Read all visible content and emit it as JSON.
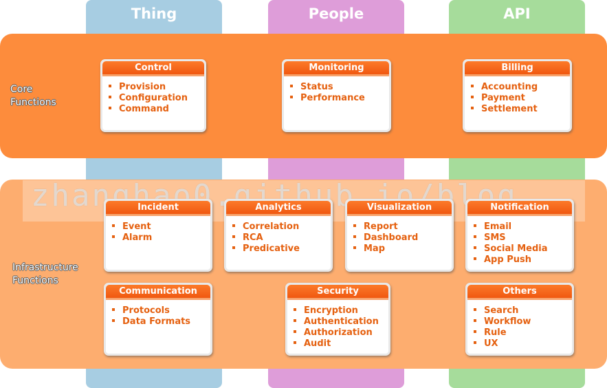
{
  "columns": [
    {
      "title": "Thing",
      "color": "#a7cde2"
    },
    {
      "title": "People",
      "color": "#de9dd9"
    },
    {
      "title": "API",
      "color": "#a6dc9b"
    }
  ],
  "bands": {
    "core": {
      "label_line1": "Core",
      "label_line2": "Functions",
      "color": "#fd8c3c"
    },
    "infra": {
      "label_line1": "Infrastructure",
      "label_line2": "Functions",
      "color": "#fdad6f"
    }
  },
  "watermark": "zhanghao0.github.io/blog",
  "boxes": {
    "control": {
      "title": "Control",
      "items": [
        "Provision",
        "Configuration",
        "Command"
      ]
    },
    "monitoring": {
      "title": "Monitoring",
      "items": [
        "Status",
        "Performance"
      ]
    },
    "billing": {
      "title": "Billing",
      "items": [
        "Accounting",
        "Payment",
        "Settlement"
      ]
    },
    "incident": {
      "title": "Incident",
      "items": [
        "Event",
        "Alarm"
      ]
    },
    "analytics": {
      "title": "Analytics",
      "items": [
        "Correlation",
        "RCA",
        "Predicative"
      ]
    },
    "visualization": {
      "title": "Visualization",
      "items": [
        "Report",
        "Dashboard",
        "Map"
      ]
    },
    "notification": {
      "title": "Notification",
      "items": [
        "Email",
        "SMS",
        "Social Media",
        "App Push"
      ]
    },
    "communication": {
      "title": "Communication",
      "items": [
        "Protocols",
        "Data Formats"
      ]
    },
    "security": {
      "title": "Security",
      "items": [
        "Encryption",
        "Authentication",
        "Authorization",
        "Audit"
      ]
    },
    "others": {
      "title": "Others",
      "items": [
        "Search",
        "Workflow",
        "Rule",
        "UX"
      ]
    }
  }
}
